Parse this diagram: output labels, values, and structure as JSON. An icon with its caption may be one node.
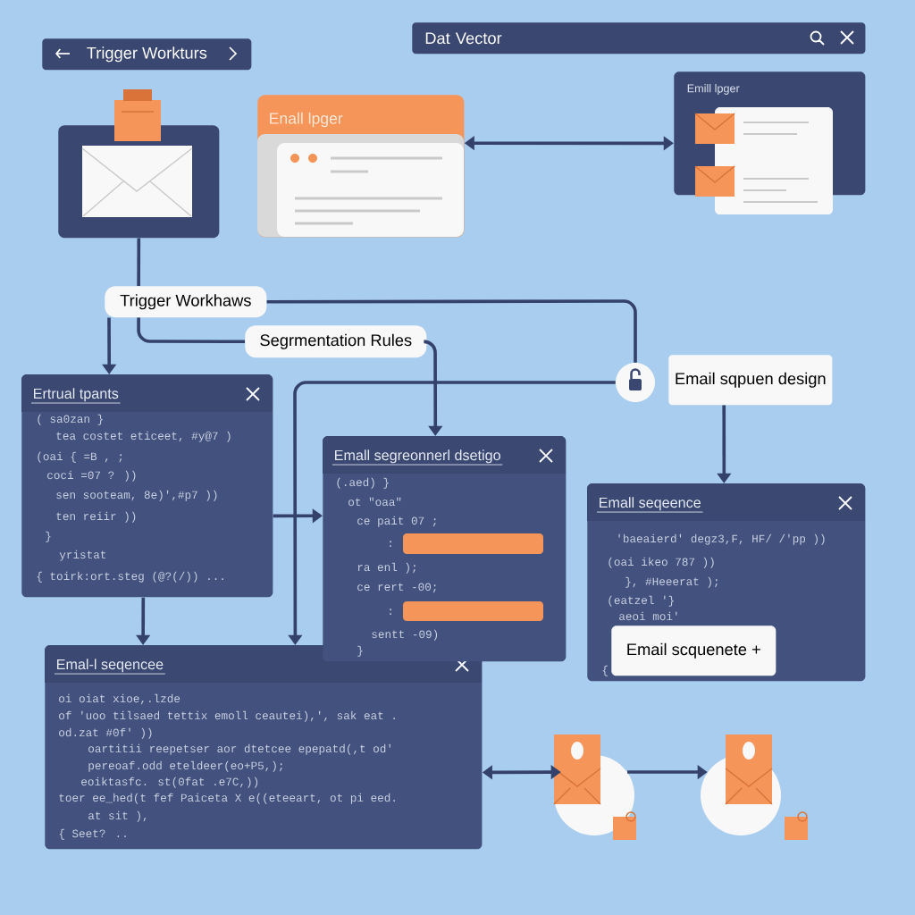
{
  "diagram": {
    "nodes": [
      {
        "text": [
          "Trigger Workturs"
        ]
      },
      {
        "text": [
          "Dat Vector"
        ]
      },
      {
        "text": [],
        "shape": "picture"
      },
      {
        "text": [
          "Enall lpger"
        ]
      },
      {
        "text": [
          "Emill lpger"
        ]
      },
      {
        "text": [
          "Trigger Workhaws"
        ]
      },
      {
        "text": [
          "Segrmentation Rules"
        ]
      },
      {
        "text": [],
        "shape": "circle"
      },
      {
        "text": [
          "Email sqpuen design"
        ]
      },
      {
        "text": [
          "Ertrual tpants",
          "( sa0zan }",
          "tea costet eticeet, #y@7 )",
          "(oai { =B , ;",
          "coci =07 ? ))",
          "sen sooteam, 8e)',#p7 ))",
          "ten reiir ))",
          "}",
          "yristat",
          "{ toirk:ort.steg (@?(/)) ..."
        ]
      },
      {
        "text": [
          "Emall segreonnerl dsetigo",
          "(.aed) }",
          "ot \"oaa\"",
          "ce pait 07 ;",
          ":",
          "ra enl );",
          "ce rert -00;",
          ":",
          "sentt -09)",
          "}"
        ]
      },
      {
        "text": [
          "Emall seqeence",
          "'baeaierd' degz3,F, HF/ /'pp ))",
          "(oai ikeo 787 ))",
          "}, #Heeerat );",
          "(eatzel '}",
          "aeoi moi'",
          "{"
        ]
      },
      {
        "text": [
          "Email scquenete +"
        ],
        "in": 11
      },
      {
        "text": [
          "Emal-l seqencee",
          "oi oiat xioe,.lzde",
          "of 'uoo tilsaed tettix emoll ceautei),', sak eat .",
          "od.zat #0f' ))",
          "oartitii reepetser aor dtetcee epepatd(,t od'",
          "pereoaf.odd eteldeer(eo+P5,);",
          "eoiktasfc. st(0fat .e7C,))",
          "toer ee_hed(t fef Paiceta X e((eteeart, ot pi eed.",
          "at sit ),",
          "{ Seet? .."
        ]
      },
      {
        "text": [],
        "shape": "circle"
      },
      {
        "text": [],
        "shape": "circle"
      }
    ],
    "edges": [
      {
        "from": 3,
        "to": 4,
        "arrow": "both"
      },
      {
        "from": 2,
        "to": 5,
        "arrow": "none"
      },
      {
        "from": 5,
        "to": 6,
        "arrow": "none"
      },
      {
        "from": 5,
        "to": 9,
        "arrow": "to"
      },
      {
        "from": 5,
        "to": 7,
        "arrow": "none"
      },
      {
        "from": 6,
        "to": 10,
        "arrow": "to"
      },
      {
        "from": 7,
        "to": 13,
        "arrow": "to"
      },
      {
        "from": 8,
        "to": 11,
        "arrow": "to"
      },
      {
        "from": 9,
        "to": 10,
        "arrow": "to"
      },
      {
        "from": 9,
        "to": 13,
        "arrow": "to"
      },
      {
        "from": 13,
        "to": 14,
        "arrow": "both"
      },
      {
        "from": 14,
        "to": 15,
        "arrow": "to"
      }
    ]
  }
}
